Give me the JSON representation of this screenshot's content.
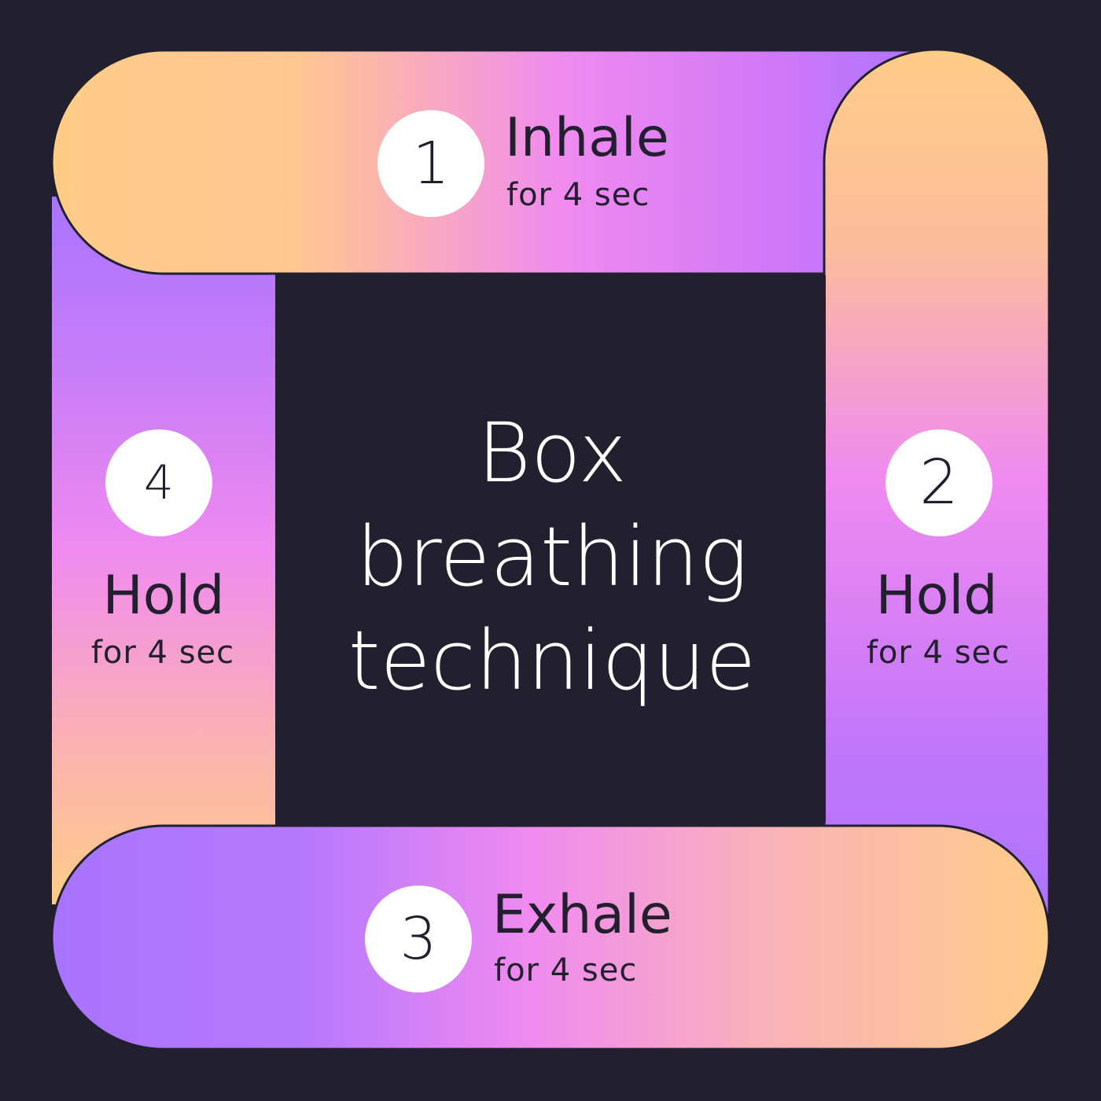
{
  "title": {
    "line1": "Box",
    "line2": "breathing",
    "line3": "technique"
  },
  "steps": [
    {
      "number": "1",
      "title": "Inhale",
      "duration": "for 4 sec"
    },
    {
      "number": "2",
      "title": "Hold",
      "duration": "for 4 sec"
    },
    {
      "number": "3",
      "title": "Exhale",
      "duration": "for 4 sec"
    },
    {
      "number": "4",
      "title": "Hold",
      "duration": "for 4 sec"
    }
  ],
  "colors": {
    "background": "#22202f",
    "peach": "#ffcc88",
    "pink": "#f08af0",
    "violet": "#a874ff",
    "badge": "#ffffff",
    "text_dark": "#22202f",
    "text_light": "#ffffff"
  }
}
